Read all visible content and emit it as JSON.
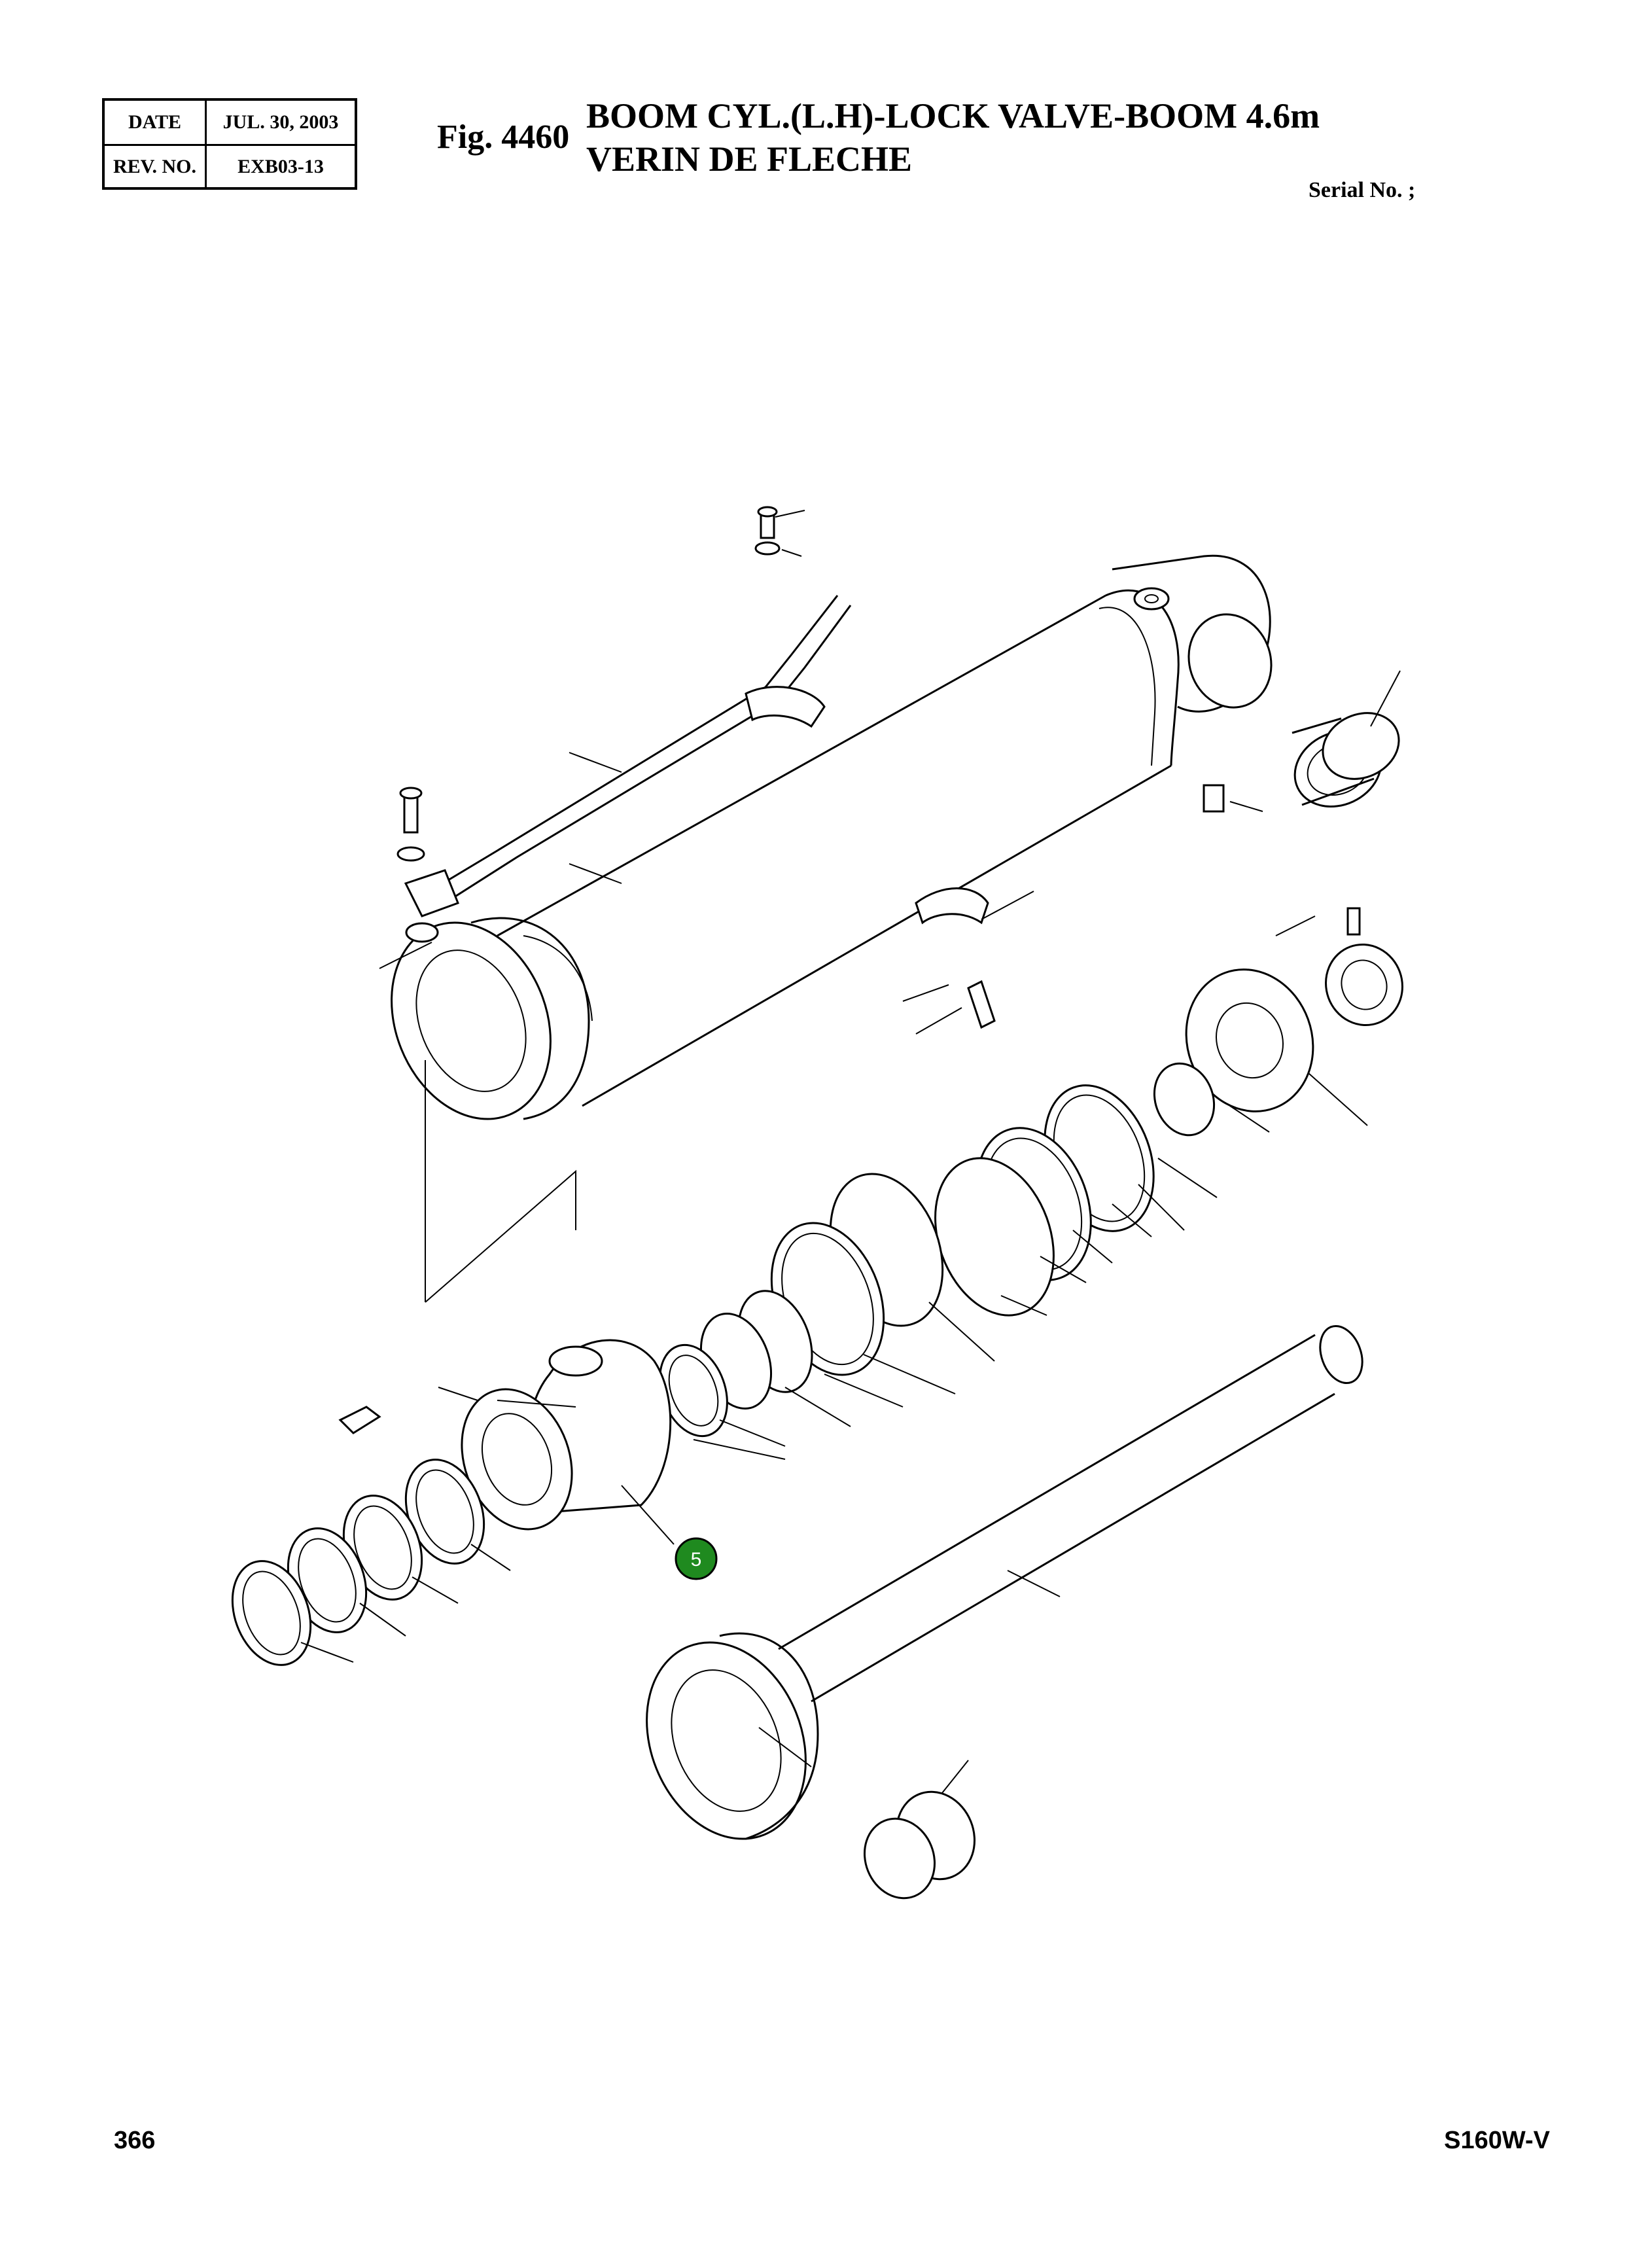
{
  "header": {
    "date_label": "DATE",
    "date_value": "JUL. 30, 2003",
    "rev_label": "REV. NO.",
    "rev_value": "EXB03-13",
    "fig_label": "Fig. 4460",
    "title_en": "BOOM CYL.(L.H)-LOCK VALVE-BOOM 4.6m",
    "title_fr": "VERIN DE FLECHE",
    "serial_label": "Serial No. ;"
  },
  "callouts": [
    {
      "label": "5",
      "color": "#1f8a1f"
    }
  ],
  "footer": {
    "page_number": "366",
    "model": "S160W-V"
  }
}
